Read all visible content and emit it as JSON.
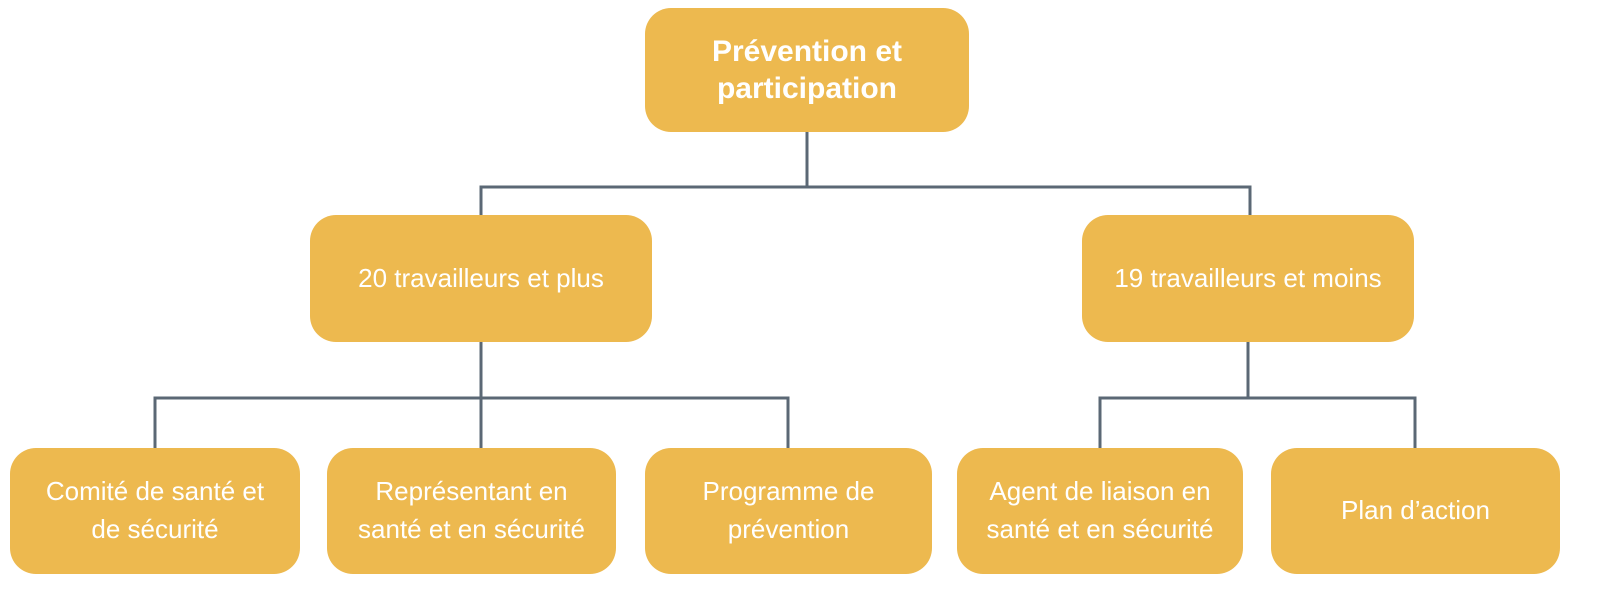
{
  "diagram": {
    "type": "org-chart",
    "root": {
      "label": "Prévention et participation"
    },
    "branches": [
      {
        "label": "20 travailleurs et plus",
        "children": [
          {
            "label": "Comité de santé et de sécurité"
          },
          {
            "label": "Représentant en santé et en sécurité"
          },
          {
            "label": "Programme de prévention"
          }
        ]
      },
      {
        "label": "19 travailleurs et moins",
        "children": [
          {
            "label": "Agent de liaison en santé et en sécurité"
          },
          {
            "label": "Plan d’action"
          }
        ]
      }
    ],
    "colors": {
      "node_fill": "#EDB94F",
      "node_text": "#FFFFFF",
      "connector": "#5B6875",
      "background": "#FFFFFF"
    }
  }
}
